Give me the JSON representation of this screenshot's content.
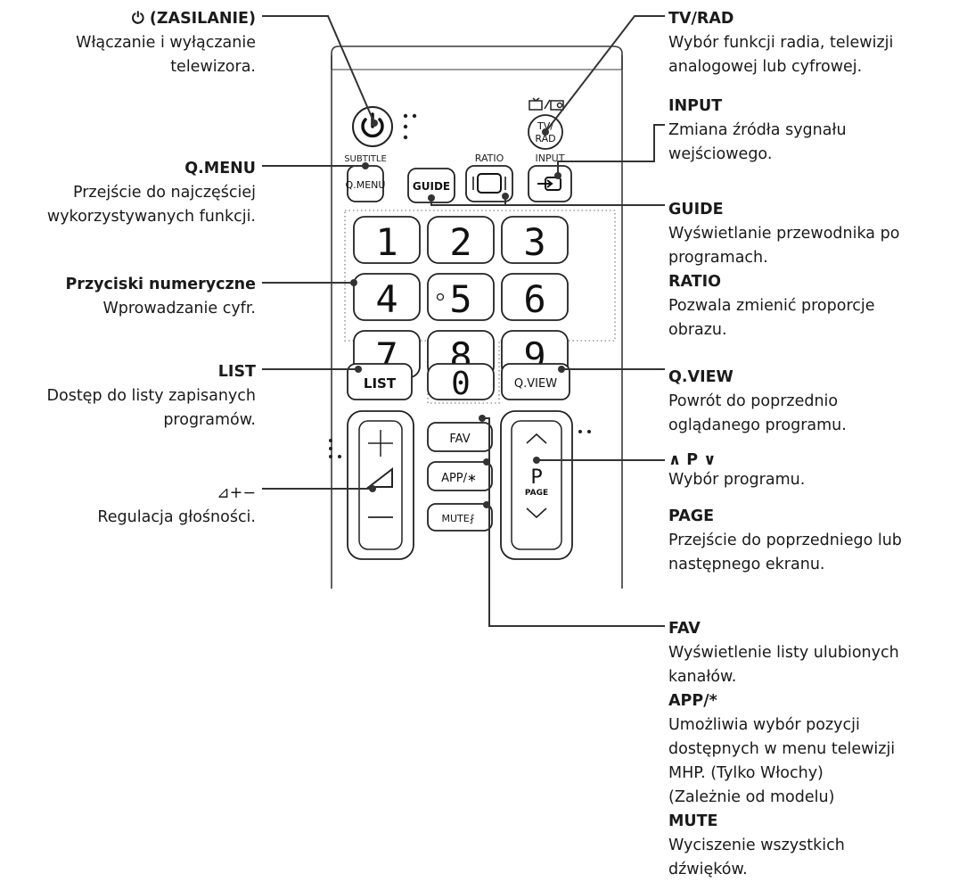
{
  "left_labels": {
    "power": {
      "title": "⏻ (ZASILANIE)",
      "lines": [
        "Włączanie i wyłączanie",
        "telewizora."
      ]
    },
    "qmenu": {
      "title": "Q.MENU",
      "lines": [
        "Przejście do najczęściej",
        "wykorzystywanych funkcji."
      ]
    },
    "numeric": {
      "title": "Przyciski numeryczne",
      "lines": [
        "Wprowadzanie cyfr."
      ]
    },
    "list": {
      "title": "LIST",
      "lines": [
        "Dostęp do listy zapisanych",
        "programów."
      ]
    },
    "volume": {
      "title": "⊿+−",
      "lines": [
        "Regulacja głośności."
      ]
    }
  },
  "right_labels": {
    "tvrad": {
      "title": "TV/RAD",
      "lines": [
        "Wybór funkcji radia, telewizji",
        "analogowej lub cyfrowej."
      ]
    },
    "input": {
      "title": "INPUT",
      "lines": [
        "Zmiana źródła sygnału",
        "wejściowego."
      ]
    },
    "guide": {
      "title": "GUIDE",
      "lines": [
        "Wyświetlanie przewodnika po",
        "programach."
      ]
    },
    "ratio": {
      "title": "RATIO",
      "lines": [
        "Pozwala zmienić proporcje",
        "obrazu."
      ]
    },
    "qview": {
      "title": "Q.VIEW",
      "lines": [
        "Powrót do poprzednio",
        "oglądanego programu."
      ]
    },
    "program": {
      "title": "∧ P ∨",
      "lines": [
        "Wybór programu."
      ]
    },
    "page": {
      "title": "PAGE",
      "lines": [
        "Przejście do poprzedniego lub",
        "następnego ekranu."
      ]
    },
    "fav": {
      "title": "FAV",
      "lines": [
        "Wyświetlenie listy ulubionych",
        "kanałów."
      ]
    },
    "app": {
      "title": "APP/*",
      "lines": [
        "Umożliwia wybór pozycji",
        "dostępnych w menu telewizji",
        "MHP. (Tylko Włochy)",
        "(Zależnie od modelu)"
      ]
    },
    "mute": {
      "title": "MUTE",
      "lines": [
        "Wyciszenie wszystkich",
        "dźwięków."
      ]
    }
  },
  "remote": {
    "button_labels": {
      "subtitle": "SUBTITLE",
      "qmenu": "Q.MENU",
      "guide": "GUIDE",
      "ratio": "RATIO",
      "input": "INPUT",
      "tv": "TV/",
      "rad": "RAD",
      "list": "LIST",
      "qview": "Q.VIEW",
      "fav": "FAV",
      "app": "APP/∗",
      "mute": "MUTE⨏",
      "p": "P",
      "page": "PAGE",
      "digits": [
        "1",
        "2",
        "3",
        "4",
        "5",
        "6",
        "7",
        "8",
        "9",
        "0"
      ]
    }
  },
  "colors": {
    "line": "#333333",
    "body_border": "#3a3a3a",
    "dotted": "#9a9a9a"
  }
}
